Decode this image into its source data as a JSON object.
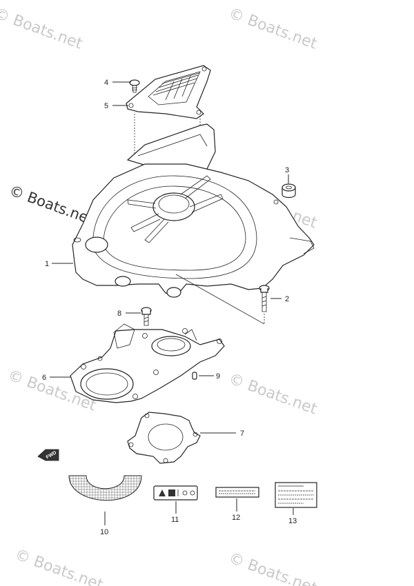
{
  "watermark": {
    "text": "© Boats.net",
    "prominent_text": "© Boats.net"
  },
  "parts": [
    {
      "id": "1",
      "label": "1"
    },
    {
      "id": "2",
      "label": "2"
    },
    {
      "id": "3",
      "label": "3"
    },
    {
      "id": "4",
      "label": "4"
    },
    {
      "id": "5",
      "label": "5"
    },
    {
      "id": "6",
      "label": "6"
    },
    {
      "id": "7",
      "label": "7"
    },
    {
      "id": "8",
      "label": "8"
    },
    {
      "id": "9",
      "label": "9"
    },
    {
      "id": "10",
      "label": "10"
    },
    {
      "id": "11",
      "label": "11"
    },
    {
      "id": "12",
      "label": "12"
    },
    {
      "id": "13",
      "label": "13"
    }
  ],
  "fwd_arrow": {
    "text": "FWD"
  }
}
